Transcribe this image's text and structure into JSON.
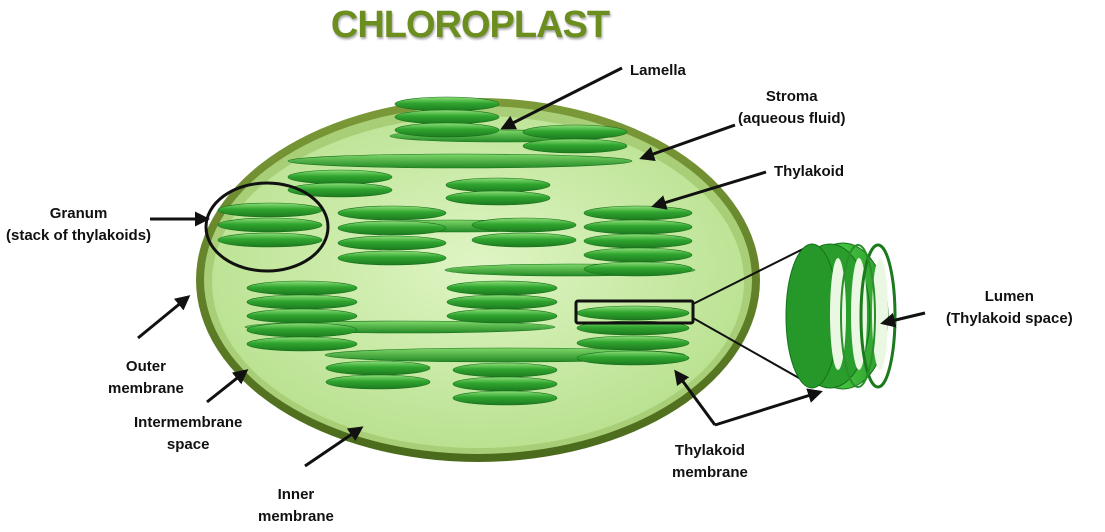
{
  "title": "CHLOROPLAST",
  "labels": {
    "lamella": "Lamella",
    "stroma": "Stroma",
    "stroma_sub": "(aqueous fluid)",
    "thylakoid": "Thylakoid",
    "granum": "Granum",
    "granum_sub": "(stack of thylakoids)",
    "lumen": "Lumen",
    "lumen_sub": "(Thylakoid space)",
    "outer_membrane": "Outer",
    "outer_membrane_sub": "membrane",
    "intermembrane": "Intermembrane",
    "intermembrane_sub": "space",
    "inner_membrane": "Inner",
    "inner_membrane_sub": "membrane",
    "thylakoid_membrane": "Thylakoid",
    "thylakoid_membrane_sub": "membrane"
  },
  "colors": {
    "title": "#6b8e1f",
    "outer_membrane": "#5f7f2a",
    "stroma": "#c8eba0",
    "thylakoid": "#2fa52f",
    "thylakoid_highlight": "#7fdc6a",
    "lumen": "#e9f7e2"
  }
}
